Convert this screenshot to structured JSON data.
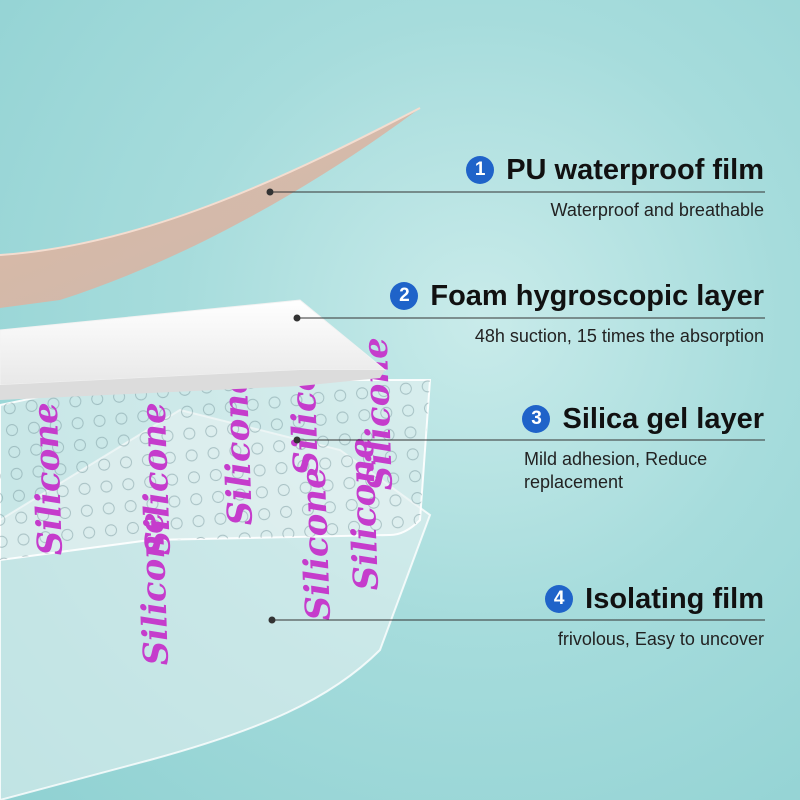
{
  "colors": {
    "badge": "#1f63c9",
    "leader_line": "#333333",
    "brand_text": "#c53ccc"
  },
  "layers": [
    {
      "number": "1",
      "title": "PU waterproof film",
      "desc": "Waterproof and breathable"
    },
    {
      "number": "2",
      "title": "Foam hygroscopic layer",
      "desc": "48h suction, 15 times the absorption"
    },
    {
      "number": "3",
      "title": "Silica gel layer",
      "desc": "Mild adhesion, Reduce replacement"
    },
    {
      "number": "4",
      "title": "Isolating film",
      "desc": "frivolous, Easy to uncover"
    }
  ],
  "product_print": "Silicone"
}
